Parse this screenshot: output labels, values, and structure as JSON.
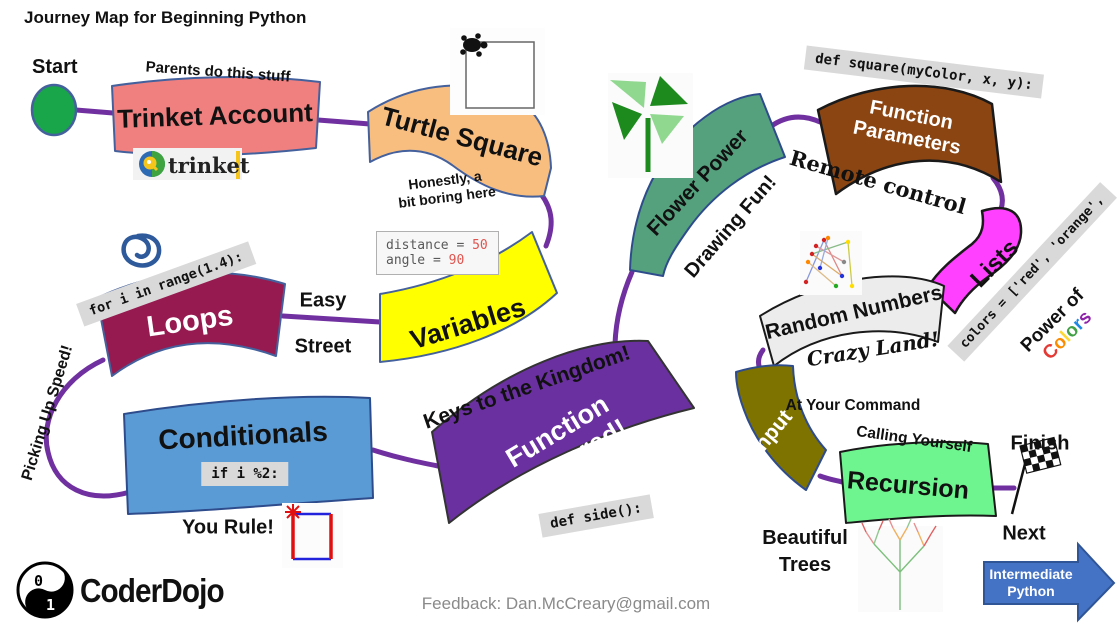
{
  "title": "Journey Map for Beginning Python",
  "banners": {
    "trinket": "Trinket Account",
    "turtle": "Turtle Square",
    "variables": "Variables",
    "loops": "Loops",
    "conditionals": "Conditionals",
    "function_powered_line1": "Function",
    "function_powered_line2": "Powered!",
    "flower": "Flower Power",
    "func_params_line1": "Function",
    "func_params_line2": "Parameters",
    "lists": "Lists",
    "random": "Random Numbers",
    "input": "Input",
    "recursion": "Recursion"
  },
  "labels": {
    "start": "Start",
    "parents": "Parents do this stuff",
    "honestly1": "Honestly, a",
    "honestly2": "bit boring here",
    "easy": "Easy",
    "street": "Street",
    "picking": "Picking Up Speed!",
    "you_rule": "You Rule!",
    "keys": "Keys to the Kingdom!",
    "drawing_fun": "Drawing Fun!",
    "remote": "Remote control",
    "crazy": "Crazy Land!",
    "at_command": "At Your Command",
    "calling": "Calling Yourself",
    "power_of": "Power of",
    "beautiful1": "Beautiful",
    "beautiful2": "Trees",
    "finish": "Finish",
    "next": "Next"
  },
  "code": {
    "for_loop": "for i in range(1.4):",
    "distance_label": "distance = ",
    "distance_value": "50",
    "angle_label": "angle = ",
    "angle_value": "90",
    "if_mod": "if i %2:",
    "def_side": "def side():",
    "def_square": "def square(myColor, x, y):",
    "colors_list": "colors = ['red', 'orange',"
  },
  "power_colors": [
    {
      "ch": "C",
      "style": "color:#e53935"
    },
    {
      "ch": "o",
      "style": "color:#fb8c00"
    },
    {
      "ch": "l",
      "style": "color:#fdd835"
    },
    {
      "ch": "o",
      "style": "color:#43a047"
    },
    {
      "ch": "r",
      "style": "color:#1e88e5"
    },
    {
      "ch": "s",
      "style": "color:#8e24aa"
    }
  ],
  "arrow": {
    "line1": "Intermediate",
    "line2": "Python"
  },
  "trinket_logo": {
    "text": "trinket"
  },
  "coderdojo": {
    "name": "CoderDojo",
    "zero": "0",
    "one": "1"
  },
  "footer": {
    "feedback": "Feedback: Dan.McCreary@gmail.com"
  },
  "colors": {
    "connector": "#7030a0",
    "start_dot": "#19a54a",
    "trinket_account": "#f08080",
    "turtle_square": "#f7be80",
    "variables": "#ffff00",
    "loops": "#96194f",
    "conditionals": "#5b9bd5",
    "function_powered": "#6a30a0",
    "flower_power": "#55a17d",
    "function_parameters": "#8b4513",
    "lists": "#ff40ff",
    "random_numbers": "#ececec",
    "input": "#7e7200",
    "recursion": "#6ff58f",
    "next_arrow": "#4472c4"
  },
  "icons": [
    "start-circle",
    "turtle-square-drawing",
    "trinket-logo",
    "loop-spiral",
    "you-rule-square-drawing",
    "flower-pinwheel",
    "random-scatter-plot",
    "fractal-tree",
    "checkered-flag",
    "coderdojo-yinyang-logo",
    "next-arrow"
  ]
}
